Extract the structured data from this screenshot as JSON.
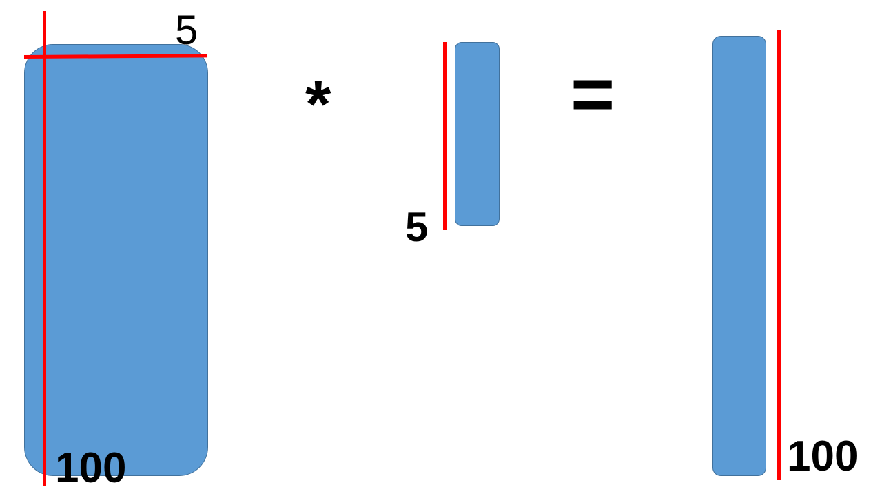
{
  "colors": {
    "block_fill": "#5b9bd5",
    "block_border": "#41719c",
    "dimension_line": "#ff0000",
    "text": "#000000",
    "background": "#ffffff"
  },
  "matrix_a": {
    "cols_label": "5",
    "rows_label": "100"
  },
  "operators": {
    "multiply": "*",
    "equals": "="
  },
  "vector_b": {
    "rows_label": "5"
  },
  "vector_c": {
    "rows_label": "100"
  }
}
